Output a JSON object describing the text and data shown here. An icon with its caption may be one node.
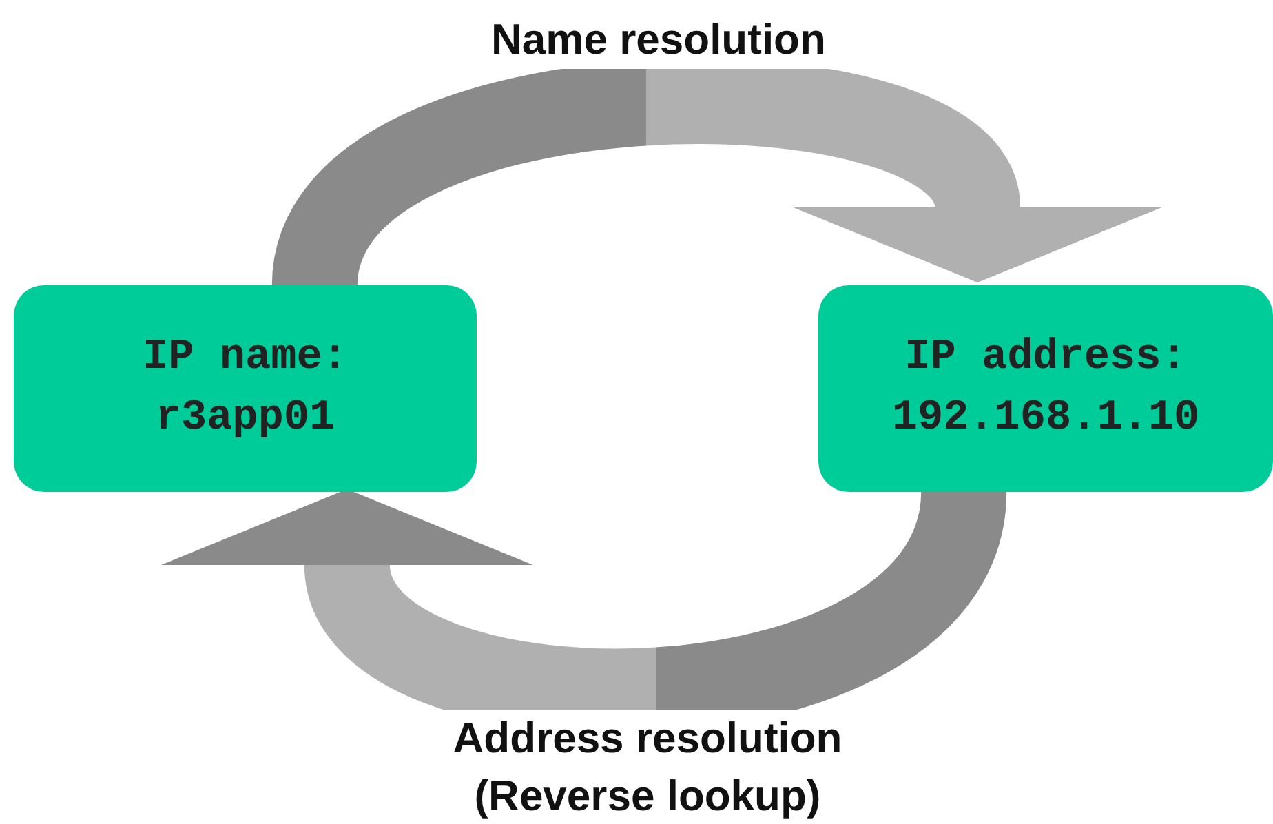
{
  "diagram": {
    "nodes": [
      {
        "text": [
          "IP name: r3app01"
        ]
      },
      {
        "text": [
          "IP address: 192.168.1.10"
        ]
      }
    ],
    "edges": [
      {
        "from": 0,
        "to": 1,
        "arrow": "to",
        "label": "Name resolution",
        "style": "thick"
      },
      {
        "from": 1,
        "to": 0,
        "arrow": "to",
        "label": "Address resolution (Reverse lookup)",
        "style": "thick"
      }
    ]
  }
}
